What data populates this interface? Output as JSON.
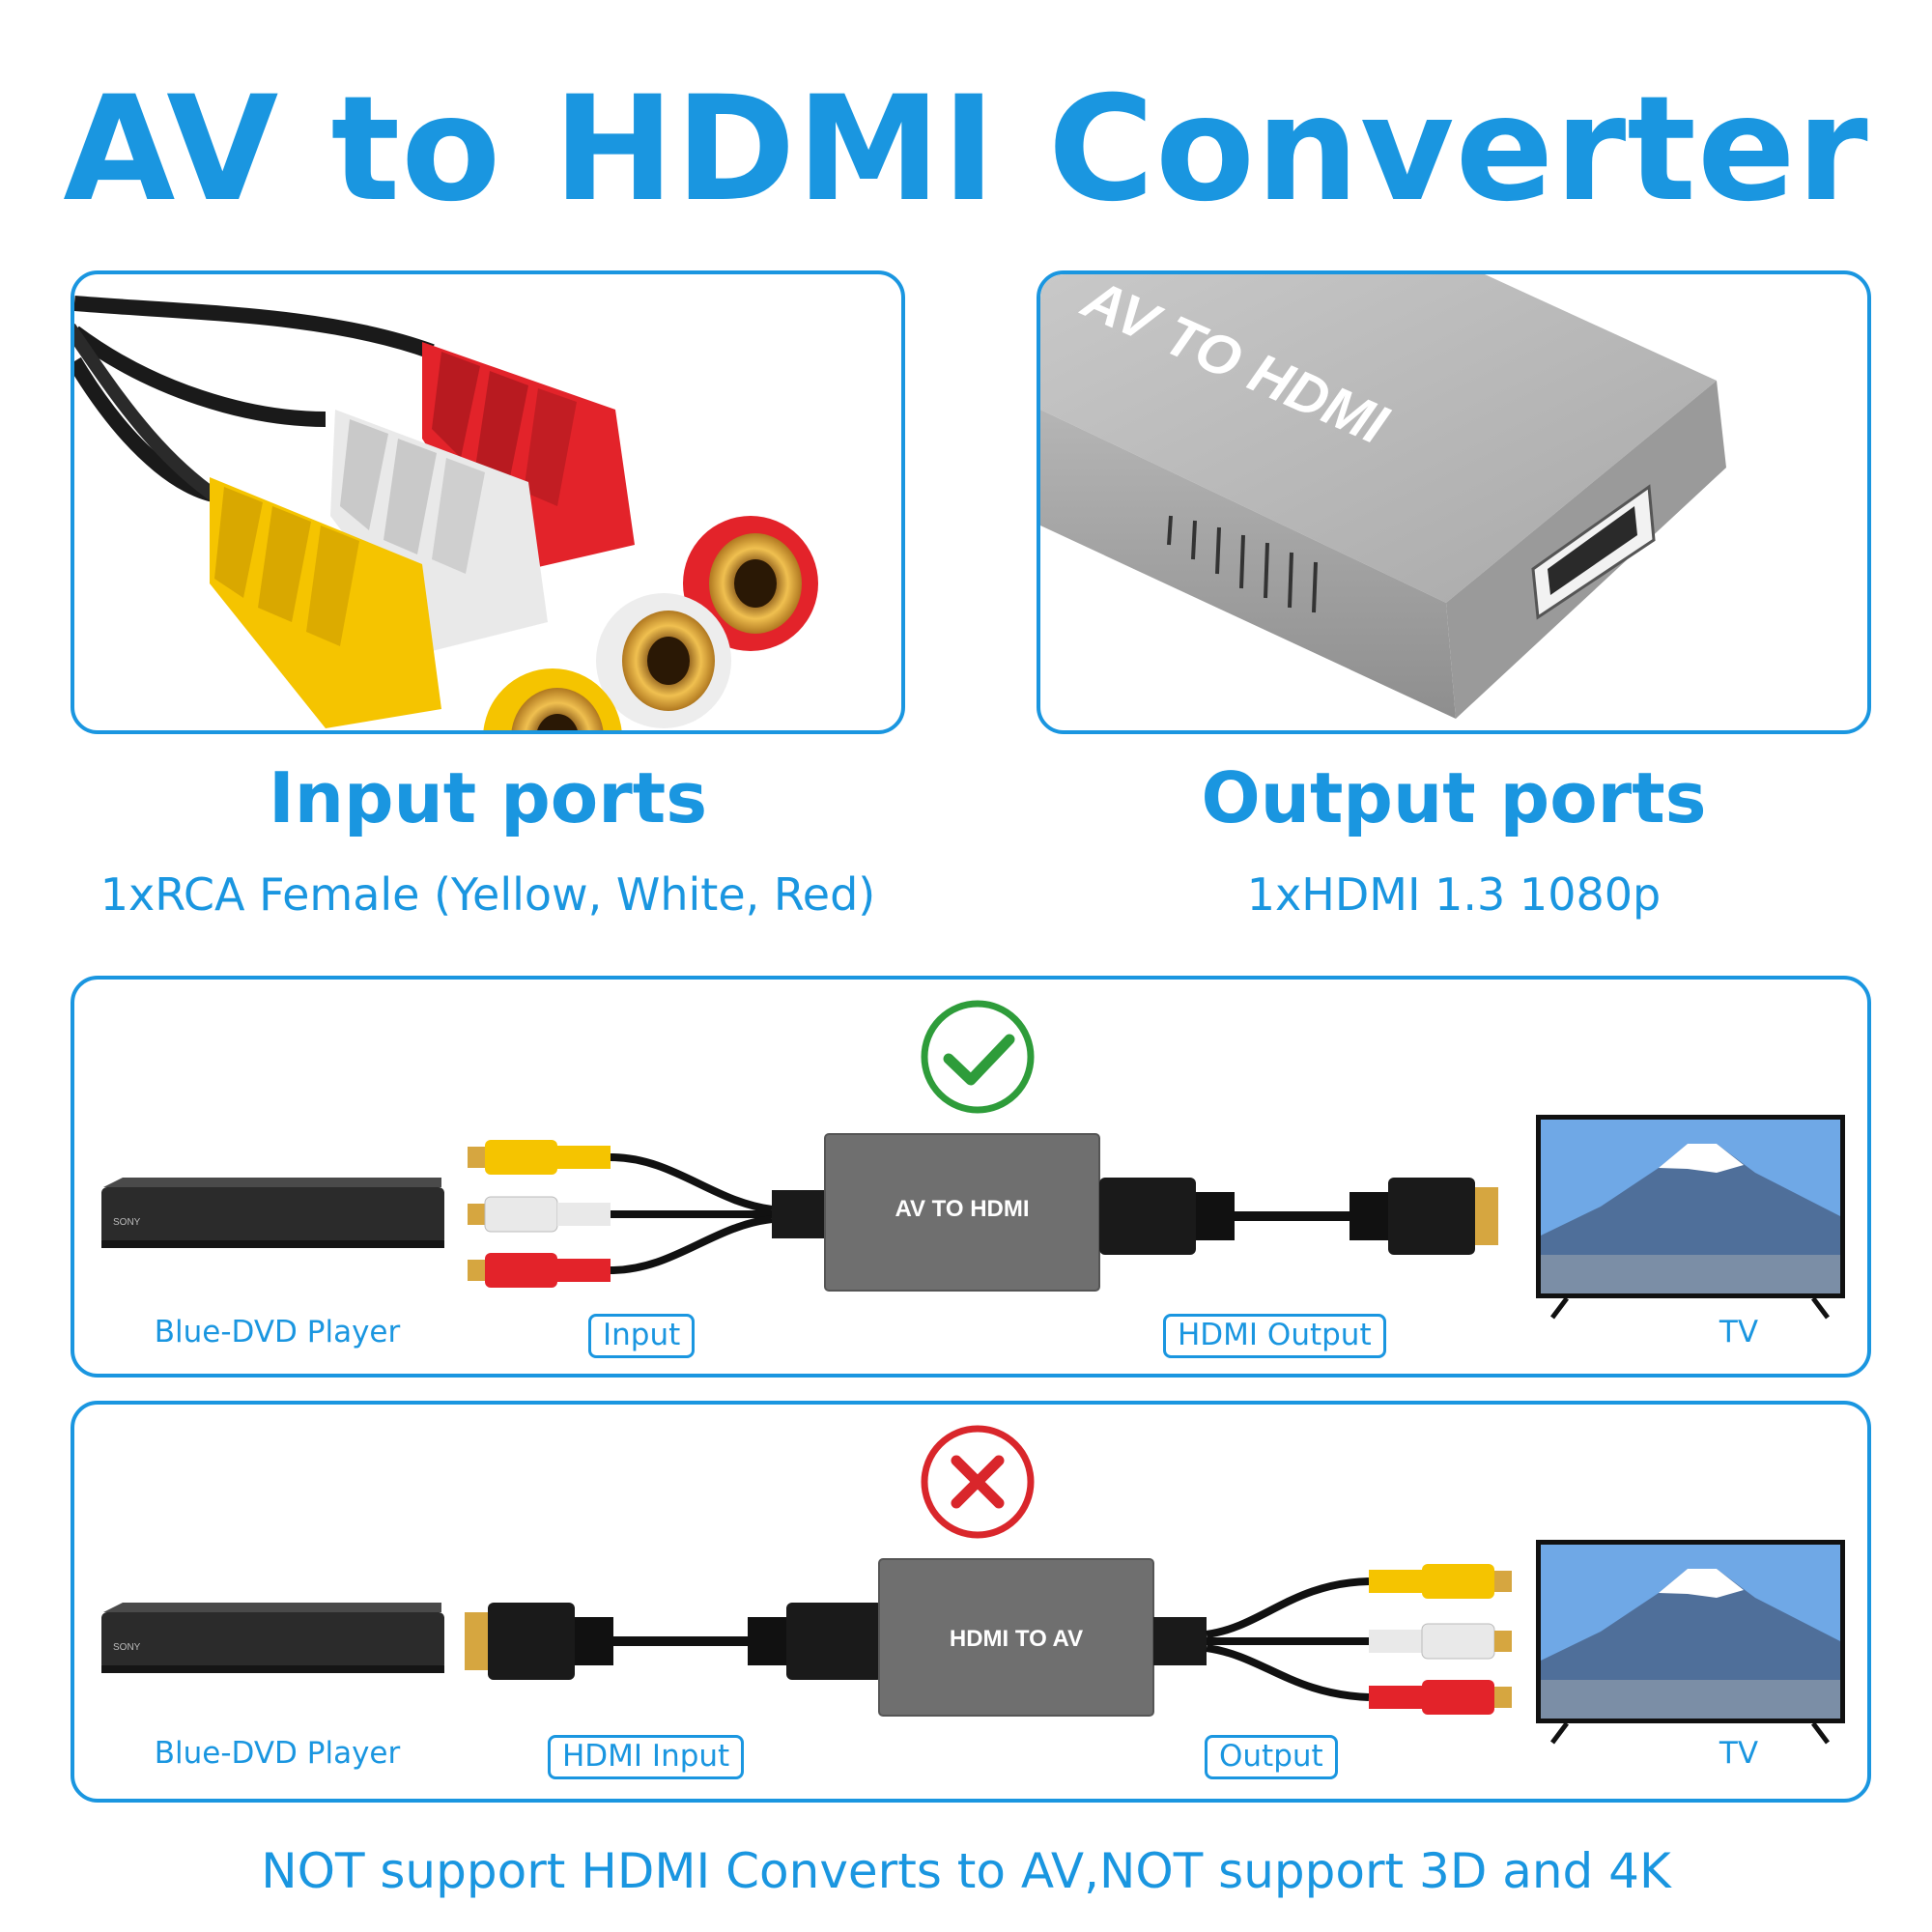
{
  "title": "AV to HDMI Converter",
  "input_panel": {
    "heading": "Input ports",
    "sub": "1xRCA Female (Yellow, White, Red)"
  },
  "output_panel": {
    "heading": "Output ports",
    "sub": "1xHDMI 1.3 1080p",
    "device_label": "AV TO HDMI"
  },
  "supported": {
    "status": "check",
    "converter_label": "AV TO HDMI",
    "source_label": "Blue-DVD Player",
    "input_tag": "Input",
    "output_tag": "HDMI Output",
    "tv_label": "TV"
  },
  "unsupported": {
    "status": "cross",
    "converter_label": "HDMI TO AV",
    "source_label": "Blue-DVD Player",
    "input_tag": "HDMI Input",
    "output_tag": "Output",
    "tv_label": "TV"
  },
  "footer": "NOT support HDMI Converts to AV,NOT support 3D and 4K",
  "colors": {
    "accent": "#1a96e0",
    "ok": "#2e9c3a",
    "bad": "#d9262b",
    "rca_yellow": "#f5c400",
    "rca_white": "#e9e9e9",
    "rca_red": "#e3232a"
  }
}
